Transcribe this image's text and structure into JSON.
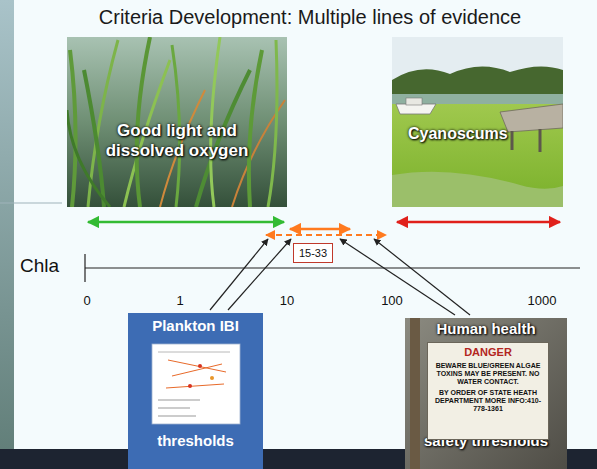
{
  "diagram": {
    "title": "Criteria Development: Multiple lines of evidence",
    "nodes": [
      {
        "text": [
          "Good light and dissolved oxygen"
        ]
      },
      {
        "text": [
          "Cyanoscums"
        ]
      },
      {
        "text": [
          "15-33"
        ]
      },
      {
        "text": [
          "Plankton IBI",
          "thresholds"
        ]
      },
      {
        "text": [
          "Human health",
          "safety thresholds"
        ]
      },
      {
        "text": [
          "DANGER",
          "BEWARE BLUE/GREEN ALGAE TOXINS MAY BE PRESENT. NO WATER CONTACT.",
          "BY ORDER OF STATE HEATH DEPARTMENT MORE INFO:410-778-1361"
        ],
        "in": 4
      }
    ],
    "labels": [
      "Chla",
      "0",
      "1",
      "10",
      "100",
      "1000"
    ]
  }
}
